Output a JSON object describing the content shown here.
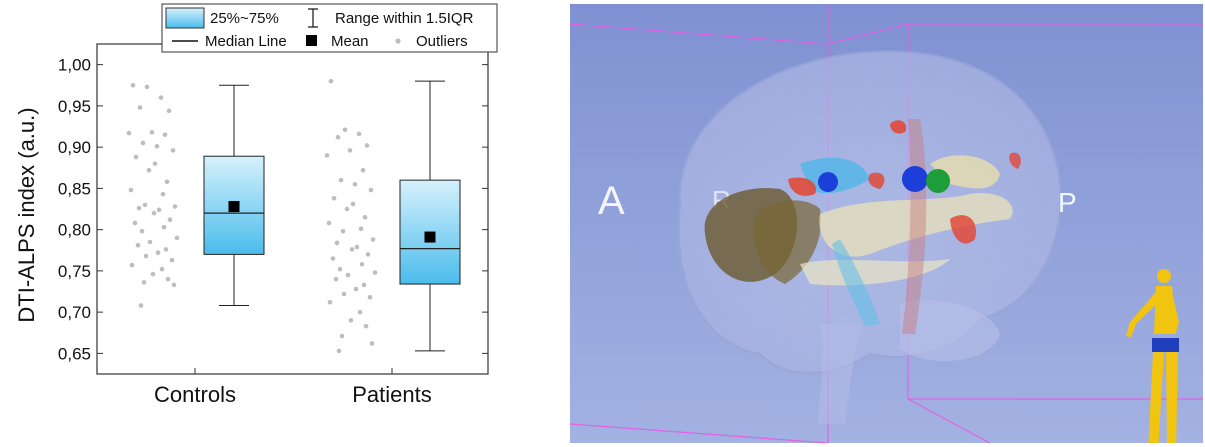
{
  "chart_data": {
    "type": "box",
    "ylabel": "DTI-ALPS index (a.u.)",
    "ylim": [
      0.625,
      1.025
    ],
    "yticks": [
      "1,00",
      "0,95",
      "0,90",
      "0,85",
      "0,80",
      "0,75",
      "0,70",
      "0,65"
    ],
    "ytick_values": [
      1.0,
      0.95,
      0.9,
      0.85,
      0.8,
      0.75,
      0.7,
      0.65
    ],
    "categories": [
      "Controls",
      "Patients"
    ],
    "legend": {
      "box": "25%~75%",
      "whisker": "Range within 1.5IQR",
      "median": "Median Line",
      "mean": "Mean",
      "outliers": "Outliers"
    },
    "boxes": [
      {
        "name": "Controls",
        "q1": 0.77,
        "median": 0.82,
        "q3": 0.889,
        "mean": 0.828,
        "whisker_low": 0.708,
        "whisker_high": 0.975,
        "points": [
          0.975,
          0.973,
          0.96,
          0.948,
          0.944,
          0.918,
          0.917,
          0.915,
          0.905,
          0.901,
          0.896,
          0.888,
          0.88,
          0.872,
          0.858,
          0.848,
          0.843,
          0.83,
          0.828,
          0.826,
          0.824,
          0.82,
          0.812,
          0.808,
          0.803,
          0.798,
          0.79,
          0.785,
          0.781,
          0.776,
          0.772,
          0.768,
          0.763,
          0.757,
          0.752,
          0.746,
          0.74,
          0.736,
          0.733,
          0.708
        ]
      },
      {
        "name": "Patients",
        "q1": 0.734,
        "median": 0.777,
        "q3": 0.86,
        "mean": 0.791,
        "whisker_low": 0.653,
        "whisker_high": 0.98,
        "points": [
          0.98,
          0.921,
          0.916,
          0.912,
          0.902,
          0.896,
          0.89,
          0.872,
          0.86,
          0.855,
          0.848,
          0.838,
          0.831,
          0.825,
          0.815,
          0.808,
          0.801,
          0.798,
          0.788,
          0.784,
          0.779,
          0.776,
          0.77,
          0.765,
          0.758,
          0.752,
          0.748,
          0.745,
          0.74,
          0.733,
          0.728,
          0.722,
          0.718,
          0.712,
          0.7,
          0.69,
          0.683,
          0.671,
          0.662,
          0.653
        ]
      }
    ],
    "colors": {
      "box_fill": "#5cc3ee",
      "box_fill_light": "#d6f1fc",
      "mean_marker": "#000000",
      "outlier": "#bdbdbd"
    }
  },
  "brain_view": {
    "label_anterior": "A",
    "label_posterior": "P",
    "label_right": "R",
    "colors": {
      "background": "#8f9fd6",
      "frame": "#e85be3",
      "tract_red": "#e04a3a",
      "tract_blue": "#4fb6e8",
      "tract_cream": "#e9e3b8",
      "sphere_blue": "#1d3fd9",
      "sphere_green": "#1e9e3a",
      "figure_yellow": "#f1c40f"
    }
  }
}
